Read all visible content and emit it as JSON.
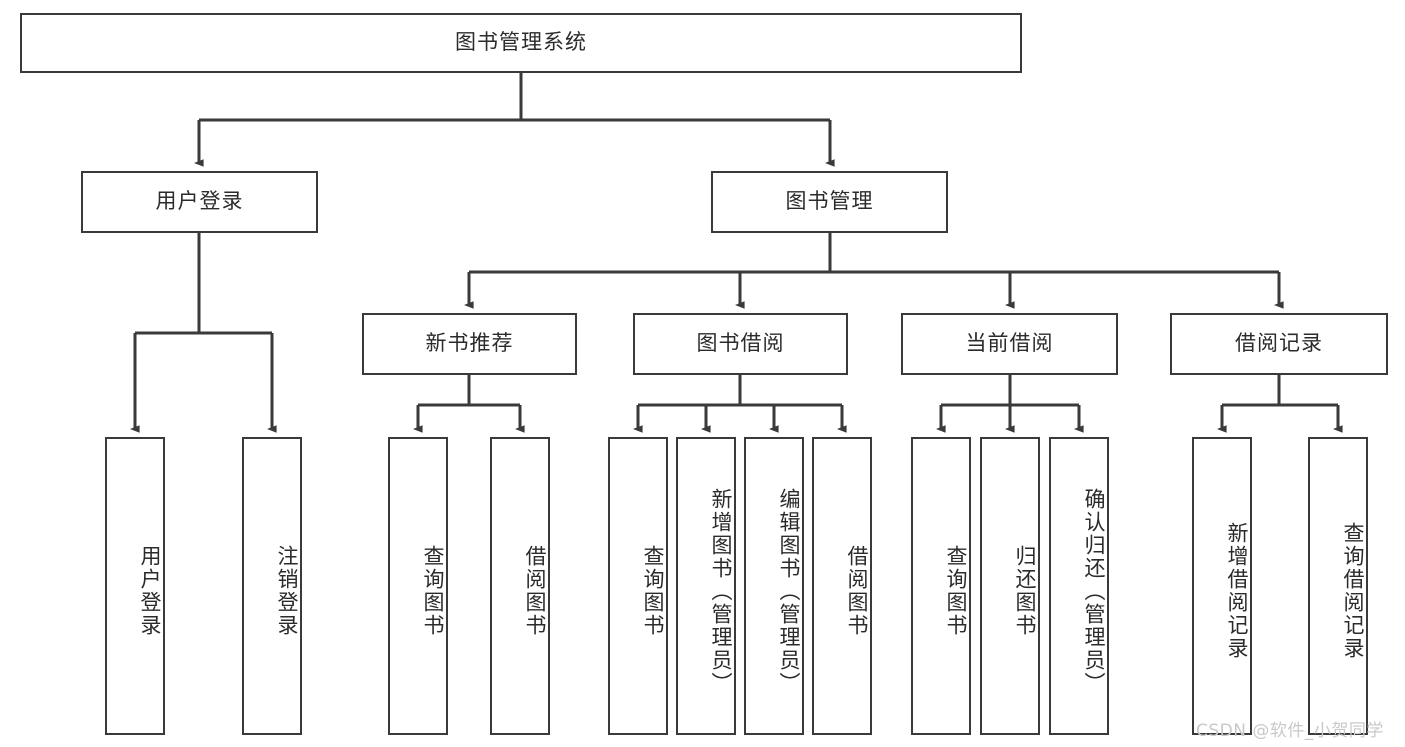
{
  "diagram": {
    "title": "图书管理系统",
    "type": "hierarchy-tree",
    "watermark": "CSDN @软件_小贺同学",
    "colors": {
      "stroke": "#3a3a3a",
      "fill": "#ffffff",
      "text": "#2b2b2b",
      "watermark": "#c9c9c9"
    },
    "nodes": {
      "root": {
        "label": "图书管理系统",
        "level": 1,
        "orientation": "horizontal"
      },
      "n_user_login": {
        "label": "用户登录",
        "level": 2,
        "orientation": "horizontal"
      },
      "n_book_mgmt": {
        "label": "图书管理",
        "level": 2,
        "orientation": "horizontal"
      },
      "n_new_rec": {
        "label": "新书推荐",
        "level": 3,
        "orientation": "horizontal"
      },
      "n_borrow": {
        "label": "图书借阅",
        "level": 3,
        "orientation": "horizontal"
      },
      "n_current": {
        "label": "当前借阅",
        "level": 3,
        "orientation": "horizontal"
      },
      "n_records": {
        "label": "借阅记录",
        "level": 3,
        "orientation": "horizontal"
      },
      "l_user_login": {
        "label": "用户登录",
        "level": 4,
        "orientation": "vertical"
      },
      "l_user_logout": {
        "label": "注销登录",
        "level": 4,
        "orientation": "vertical"
      },
      "l_nr_query": {
        "label": "查询图书",
        "level": 4,
        "orientation": "vertical"
      },
      "l_nr_borrow": {
        "label": "借阅图书",
        "level": 4,
        "orientation": "vertical"
      },
      "l_bo_query": {
        "label": "查询图书",
        "level": 4,
        "orientation": "vertical"
      },
      "l_bo_add": {
        "label": "新增图书（管理员）",
        "level": 4,
        "orientation": "vertical"
      },
      "l_bo_edit": {
        "label": "编辑图书（管理员）",
        "level": 4,
        "orientation": "vertical"
      },
      "l_bo_borrow": {
        "label": "借阅图书",
        "level": 4,
        "orientation": "vertical"
      },
      "l_cu_query": {
        "label": "查询图书",
        "level": 4,
        "orientation": "vertical"
      },
      "l_cu_return": {
        "label": "归还图书",
        "level": 4,
        "orientation": "vertical"
      },
      "l_cu_confirm": {
        "label": "确认归还（管理员）",
        "level": 4,
        "orientation": "vertical"
      },
      "l_re_add": {
        "label": "新增借阅记录",
        "level": 4,
        "orientation": "vertical"
      },
      "l_re_query": {
        "label": "查询借阅记录",
        "level": 4,
        "orientation": "vertical"
      }
    },
    "edges": [
      {
        "from": "root",
        "to": "n_user_login"
      },
      {
        "from": "root",
        "to": "n_book_mgmt"
      },
      {
        "from": "n_user_login",
        "to": "l_user_login"
      },
      {
        "from": "n_user_login",
        "to": "l_user_logout"
      },
      {
        "from": "n_book_mgmt",
        "to": "n_new_rec"
      },
      {
        "from": "n_book_mgmt",
        "to": "n_borrow"
      },
      {
        "from": "n_book_mgmt",
        "to": "n_current"
      },
      {
        "from": "n_book_mgmt",
        "to": "n_records"
      },
      {
        "from": "n_new_rec",
        "to": "l_nr_query"
      },
      {
        "from": "n_new_rec",
        "to": "l_nr_borrow"
      },
      {
        "from": "n_borrow",
        "to": "l_bo_query"
      },
      {
        "from": "n_borrow",
        "to": "l_bo_add"
      },
      {
        "from": "n_borrow",
        "to": "l_bo_edit"
      },
      {
        "from": "n_borrow",
        "to": "l_bo_borrow"
      },
      {
        "from": "n_current",
        "to": "l_cu_query"
      },
      {
        "from": "n_current",
        "to": "l_cu_return"
      },
      {
        "from": "n_current",
        "to": "l_cu_confirm"
      },
      {
        "from": "n_records",
        "to": "l_re_add"
      },
      {
        "from": "n_records",
        "to": "l_re_query"
      }
    ]
  }
}
